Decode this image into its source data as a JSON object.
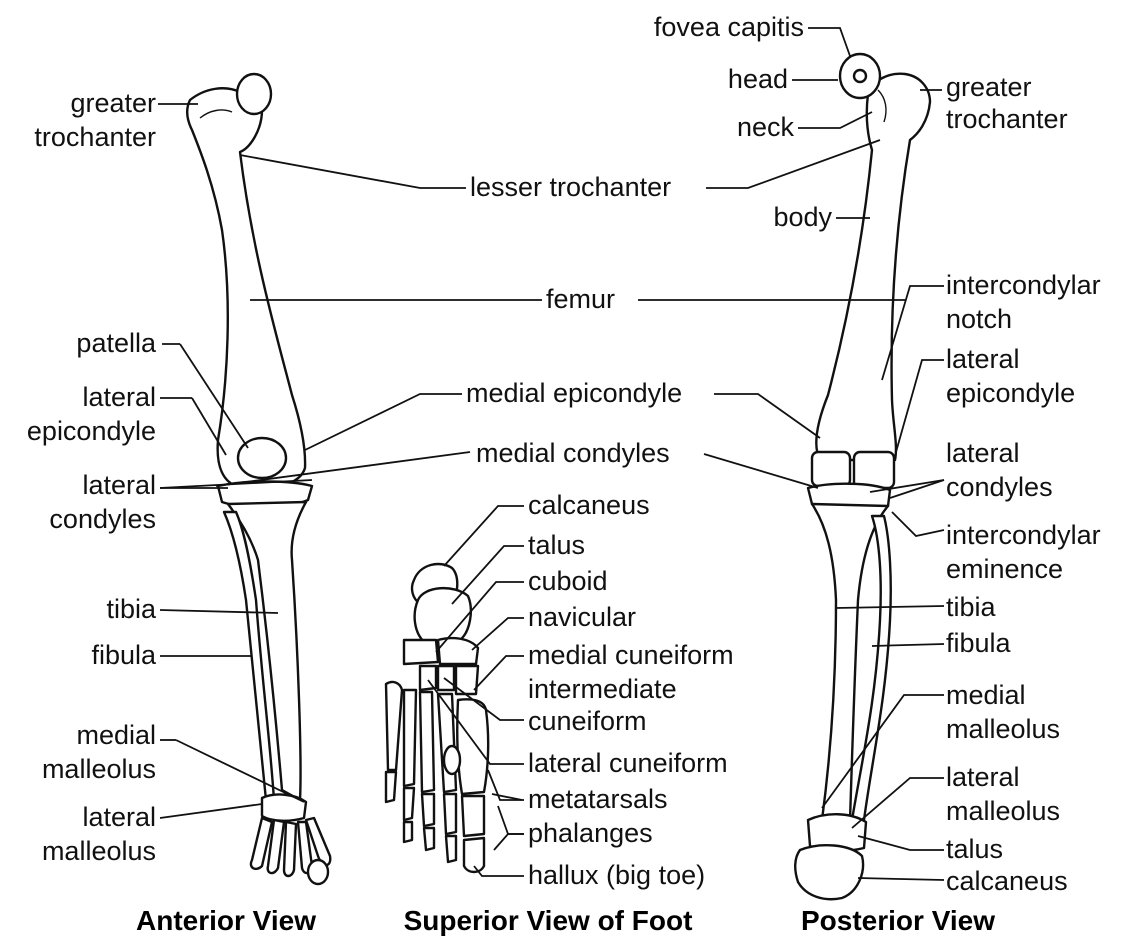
{
  "title": "",
  "captions": {
    "anterior": "Anterior View",
    "foot": "Superior View of Foot",
    "posterior": "Posterior View"
  },
  "labels": {
    "fovea_capitis": "fovea capitis",
    "head": "head",
    "neck": "neck",
    "greater_trochanter_r1": "greater",
    "greater_trochanter_r2": "trochanter",
    "greater_trochanter_l1": "greater",
    "greater_trochanter_l2": "trochanter",
    "lesser_trochanter": "lesser trochanter",
    "body": "body",
    "femur": "femur",
    "intercondylar_notch_1": "intercondylar",
    "intercondylar_notch_2": "notch",
    "patella": "patella",
    "lateral_epicondyle_l1": "lateral",
    "lateral_epicondyle_l2": "epicondyle",
    "lateral_epicondyle_r1": "lateral",
    "lateral_epicondyle_r2": "epicondyle",
    "medial_epicondyle": "medial epicondyle",
    "medial_condyles": "medial condyles",
    "lateral_condyles_l1": "lateral",
    "lateral_condyles_l2": "condyles",
    "lateral_condyles_r1": "lateral",
    "lateral_condyles_r2": "condyles",
    "intercondylar_eminence_1": "intercondylar",
    "intercondylar_eminence_2": "eminence",
    "calcaneus_foot": "calcaneus",
    "talus_foot": "talus",
    "cuboid": "cuboid",
    "navicular": "navicular",
    "medial_cuneiform": "medial cuneiform",
    "intermediate_cuneiform_1": "intermediate",
    "intermediate_cuneiform_2": "cuneiform",
    "lateral_cuneiform": "lateral cuneiform",
    "metatarsals": "metatarsals",
    "phalanges": "phalanges",
    "hallux": "hallux (big toe)",
    "tibia_l": "tibia",
    "fibula_l": "fibula",
    "tibia_r": "tibia",
    "fibula_r": "fibula",
    "medial_malleolus_l1": "medial",
    "medial_malleolus_l2": "malleolus",
    "medial_malleolus_r1": "medial",
    "medial_malleolus_r2": "malleolus",
    "lateral_malleolus_l1": "lateral",
    "lateral_malleolus_l2": "malleolus",
    "lateral_malleolus_r1": "lateral",
    "lateral_malleolus_r2": "malleolus",
    "talus_r": "talus",
    "calcaneus_r": "calcaneus"
  }
}
